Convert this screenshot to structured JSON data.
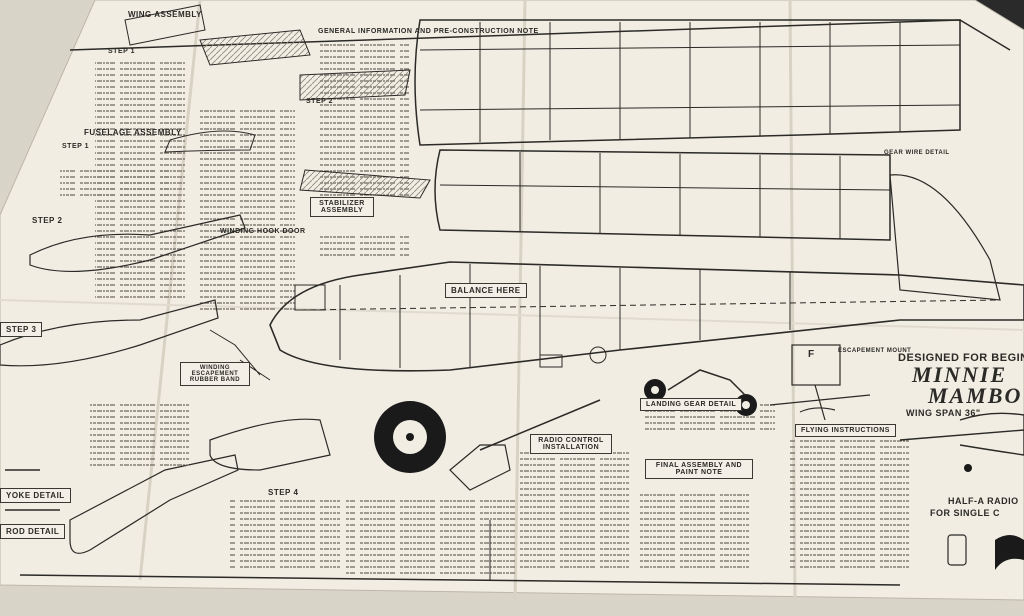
{
  "labels": {
    "wing_assembly": "WING ASSEMBLY",
    "general_info": "GENERAL INFORMATION AND PRE-CONSTRUCTION NOTE",
    "step1_top": "STEP 1",
    "step2_top": "STEP 2",
    "fuselage_assembly": "FUSELAGE ASSEMBLY",
    "step1": "STEP 1",
    "step2": "STEP 2",
    "step3": "STEP 3",
    "step4": "STEP 4",
    "stabilizer_assembly": "STABILIZER ASSEMBLY",
    "winding_hook_door": "WINDING HOOK DOOR",
    "balance_here": "BALANCE HERE",
    "winding_escapement": "WINDING ESCAPEMENT RUBBER BAND",
    "yoke_detail": "YOKE DETAIL",
    "rod_detail": "ROD DETAIL",
    "radio_control": "RADIO CONTROL INSTALLATION",
    "landing_gear": "LANDING GEAR DETAIL",
    "final_assembly": "FINAL ASSEMBLY AND PAINT NOTE",
    "flying_instructions": "FLYING INSTRUCTIONS",
    "escapement_mount": "ESCAPEMENT MOUNT",
    "gear_detail": "GEAR WIRE DETAIL",
    "designed_for": "DESIGNED FOR BEGINNE",
    "minnie": "MINNIE",
    "mambo": "MAMBO",
    "wing_span": "WING SPAN 36\"",
    "half_a_radio": "HALF-A RADIO",
    "for_single": "FOR SINGLE C",
    "letter_f": "F"
  },
  "colors": {
    "paper": "#f1ede3",
    "ink": "#2b2a26",
    "background": "#d9d4c8"
  }
}
